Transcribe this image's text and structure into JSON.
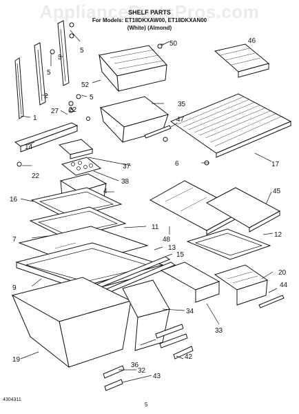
{
  "watermark": "AppliancePartsPros.com",
  "header": {
    "title": "SHELF PARTS",
    "models_line": "For Models: ET18DKXAW00, ET18DKXAN00",
    "colors_line": "(White)        (Almond)"
  },
  "callouts": [
    "1",
    "2",
    "3",
    "4",
    "5",
    "5",
    "5",
    "6",
    "7",
    "9",
    "11",
    "12",
    "13",
    "14",
    "15",
    "16",
    "17",
    "19",
    "20",
    "22",
    "22",
    "27",
    "32",
    "33",
    "34",
    "35",
    "36",
    "37",
    "38",
    "42",
    "43",
    "44",
    "45",
    "46",
    "47",
    "48",
    "50",
    "52"
  ],
  "footer": {
    "doc_id": "4304311",
    "page_number": "5"
  }
}
